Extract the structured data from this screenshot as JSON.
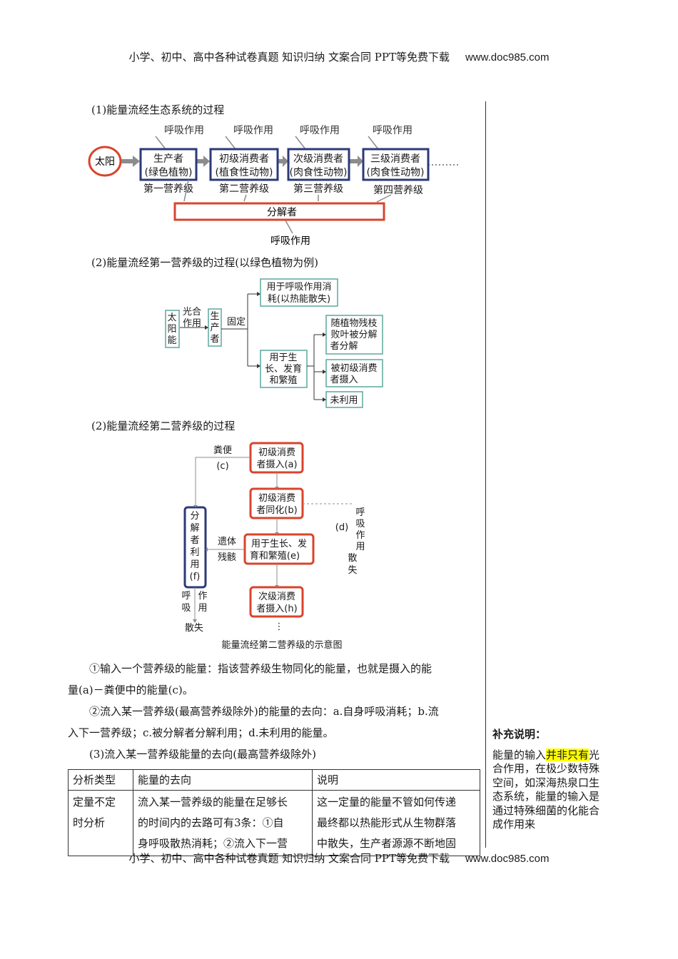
{
  "header": {
    "text": "小学、初中、高中各种试卷真题 知识归纳 文案合同 PPT等免费下载",
    "url": "www.doc985.com"
  },
  "footer": {
    "text": "小学、初中、高中各种试卷真题 知识归纳 文案合同 PPT等免费下载",
    "url": "www.doc985.com"
  },
  "sec1": {
    "title": "(1)能量流经生态系统的过程",
    "sun": "太阳",
    "respiration": "呼吸作用",
    "boxes": [
      {
        "l1": "生产者",
        "l2": "(绿色植物)",
        "level": "第一营养级"
      },
      {
        "l1": "初级消费者",
        "l2": "(植食性动物)",
        "level": "第二营养级"
      },
      {
        "l1": "次级消费者",
        "l2": "(肉食性动物)",
        "level": "第三营养级"
      },
      {
        "l1": "三级消费者",
        "l2": "(肉食性动物)",
        "level": "第四营养级"
      }
    ],
    "decomposer": "分解者",
    "decomposer_resp": "呼吸作用"
  },
  "sec2": {
    "title": "(2)能量流经第一营养级的过程(以绿色植物为例)",
    "sun": [
      "太",
      "阳",
      "能"
    ],
    "photo": [
      "光合",
      "作用"
    ],
    "producer": [
      "生",
      "产",
      "者"
    ],
    "fix": "固定",
    "resp": [
      "用于呼吸作用消",
      "耗(以热能散失)"
    ],
    "growth": [
      "用于生",
      "长、发育",
      "和繁殖"
    ],
    "dead": [
      "随植物残枝",
      "败叶被分解",
      "者分解"
    ],
    "eaten": [
      "被初级消费",
      "者摄入"
    ],
    "unused": "未利用"
  },
  "sec3": {
    "title": "(2)能量流经第二营养级的过程",
    "intake": [
      "初级消费",
      "者摄入(a)"
    ],
    "feces": "粪便",
    "feces_c": "(c)",
    "assim": [
      "初级消费",
      "者同化(b)"
    ],
    "growth": [
      "用于生长、发",
      "育和繁殖(e)"
    ],
    "next": [
      "次级消费",
      "者摄入(h)"
    ],
    "decomp": [
      "分",
      "解",
      "者",
      "利",
      "用",
      "(f)"
    ],
    "remains": [
      "遗体",
      "残骸"
    ],
    "d": "(d)",
    "resp_v": [
      "呼",
      "吸",
      "作",
      "用"
    ],
    "sanshi": [
      "散",
      "失"
    ],
    "bottom_resp": [
      "呼",
      "吸"
    ],
    "bottom_zuoyong": [
      "作",
      "用"
    ],
    "bottom_sanshi": "散失",
    "dots": "⋮",
    "caption": "能量流经第二营养级的示意图"
  },
  "notes": {
    "p1a": "①输入一个营养级的能量：指该营养级生物同化的能量，也就是摄入的能",
    "p1b": "量(a)－粪便中的能量(c)。",
    "p2a": "②流入某一营养级(最高营养级除外)的能量的去向：a.自身呼吸消耗；b.流",
    "p2b": "入下一营养级；c.被分解者分解利用；d.未利用的能量。",
    "sec4": "(3)流入某一营养级能量的去向(最高营养级除外)"
  },
  "table": {
    "headers": [
      "分析类型",
      "能量的去向",
      "说明"
    ],
    "row": {
      "type": [
        "定量不定",
        "时分析"
      ],
      "dest": [
        "流入某一营养级的能量在足够长",
        "的时间内的去路可有3条：①自",
        "身呼吸散热消耗；②流入下一营"
      ],
      "note": [
        "这一定量的能量不管如何传递",
        "最终都以热能形式从生物群落",
        "中散失，生产者源源不断地固"
      ]
    }
  },
  "sidebar": {
    "title": "补充说明：",
    "t1": "能量的输入",
    "hl": "并非只有",
    "t2": "光合作用，在极少数特殊空间，如深海热泉口生态系统，能量的输入是通过特殊细菌的化能合成作用来"
  },
  "colors": {
    "navy": "#2b3a78",
    "red": "#d9442c",
    "teal": "#5aa89e",
    "gray": "#8c8c8c",
    "highlight": "#ffff00"
  }
}
